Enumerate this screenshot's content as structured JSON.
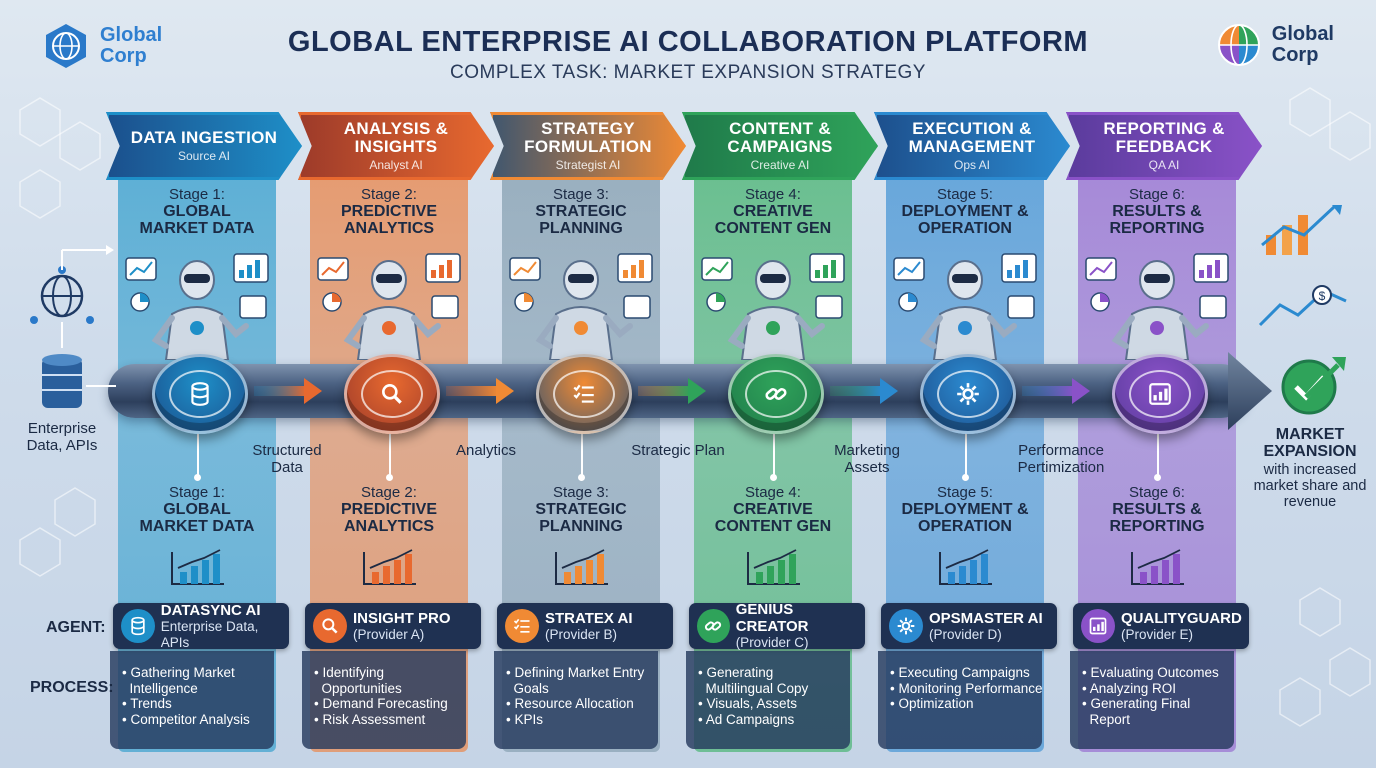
{
  "header": {
    "title": "GLOBAL ENTERPRISE AI COLLABORATION PLATFORM",
    "subtitle": "COMPLEX TASK: MARKET EXPANSION STRATEGY",
    "logo_line1": "Global",
    "logo_line2": "Corp"
  },
  "input": {
    "label": "Enterprise Data, APIs"
  },
  "output": {
    "title": "MARKET EXPANSION",
    "desc": "with increased market share and revenue"
  },
  "row_labels": {
    "agent": "AGENT:",
    "process": "PROCESS:"
  },
  "flows": [
    {
      "label": "Structured Data"
    },
    {
      "label": "Analytics"
    },
    {
      "label": "Strategic Plan"
    },
    {
      "label": "Marketing Assets"
    },
    {
      "label": "Performance Pertimization"
    }
  ],
  "stages": [
    {
      "title": "DATA INGESTION",
      "sub": "Source AI",
      "stage_num": "Stage 1:",
      "stage_name": "GLOBAL MARKET DATA",
      "agent": "DATASYNC AI",
      "provider": "Enterprise Data, APIs",
      "process": [
        "• Gathering Market",
        "  Intelligence",
        "• Trends",
        "• Competitor Analysis"
      ],
      "color": "#1e8fc8",
      "color_dark": "#1b4f8c",
      "col_color": "#3fa3cf",
      "icon": "database-icon"
    },
    {
      "title": "ANALYSIS & INSIGHTS",
      "sub": "Analyst AI",
      "stage_num": "Stage 2:",
      "stage_name": "PREDICTIVE ANALYTICS",
      "agent": "INSIGHT PRO",
      "provider": "(Provider A)",
      "process": [
        "• Identifying",
        "  Opportunities",
        "• Demand Forecasting",
        "• Risk Assessment"
      ],
      "color": "#e8692f",
      "color_dark": "#9c3a2a",
      "col_color": "#e98a52",
      "icon": "magnifier-icon"
    },
    {
      "title": "STRATEGY FORMULATION",
      "sub": "Strategist AI",
      "stage_num": "Stage 3:",
      "stage_name": "STRATEGIC PLANNING",
      "agent": "STRATEX AI",
      "provider": "(Provider B)",
      "process": [
        "• Defining Market Entry",
        "  Goals",
        "• Resource Allocation",
        "• KPIs"
      ],
      "color": "#f08a34",
      "color_dark": "#3e566f",
      "col_color": "#8aa3b4",
      "icon": "checklist-icon"
    },
    {
      "title": "CONTENT & CAMPAIGNS",
      "sub": "Creative AI",
      "stage_num": "Stage 4:",
      "stage_name": "CREATIVE CONTENT GEN",
      "agent": "GENIUS CREATOR",
      "provider": "(Provider C)",
      "process": [
        "• Generating",
        "  Multilingual Copy",
        "• Visuals, Assets",
        "• Ad Campaigns"
      ],
      "color": "#2fa35a",
      "color_dark": "#1f7a4a",
      "col_color": "#4fb678",
      "icon": "link-icon"
    },
    {
      "title": "EXECUTION & MANAGEMENT",
      "sub": "Ops AI",
      "stage_num": "Stage 5:",
      "stage_name": "DEPLOYMENT & OPERATION",
      "agent": "OPSMASTER AI",
      "provider": "(Provider D)",
      "process": [
        "• Executing Campaigns",
        "• Monitoring Performance",
        "• Optimization"
      ],
      "color": "#2b8ad0",
      "color_dark": "#1d4f8c",
      "col_color": "#4c98d6",
      "icon": "gear-icon"
    },
    {
      "title": "REPORTING & FEEDBACK",
      "sub": "QA AI",
      "stage_num": "Stage 6:",
      "stage_name": "RESULTS & REPORTING",
      "agent": "QUALITYGUARD",
      "provider": "(Provider E)",
      "process": [
        "• Evaluating Outcomes",
        "• Analyzing ROI",
        "• Generating Final",
        "  Report"
      ],
      "color": "#8a52c8",
      "color_dark": "#5a3b9c",
      "col_color": "#9a73d2",
      "icon": "bar-chart-icon"
    }
  ]
}
